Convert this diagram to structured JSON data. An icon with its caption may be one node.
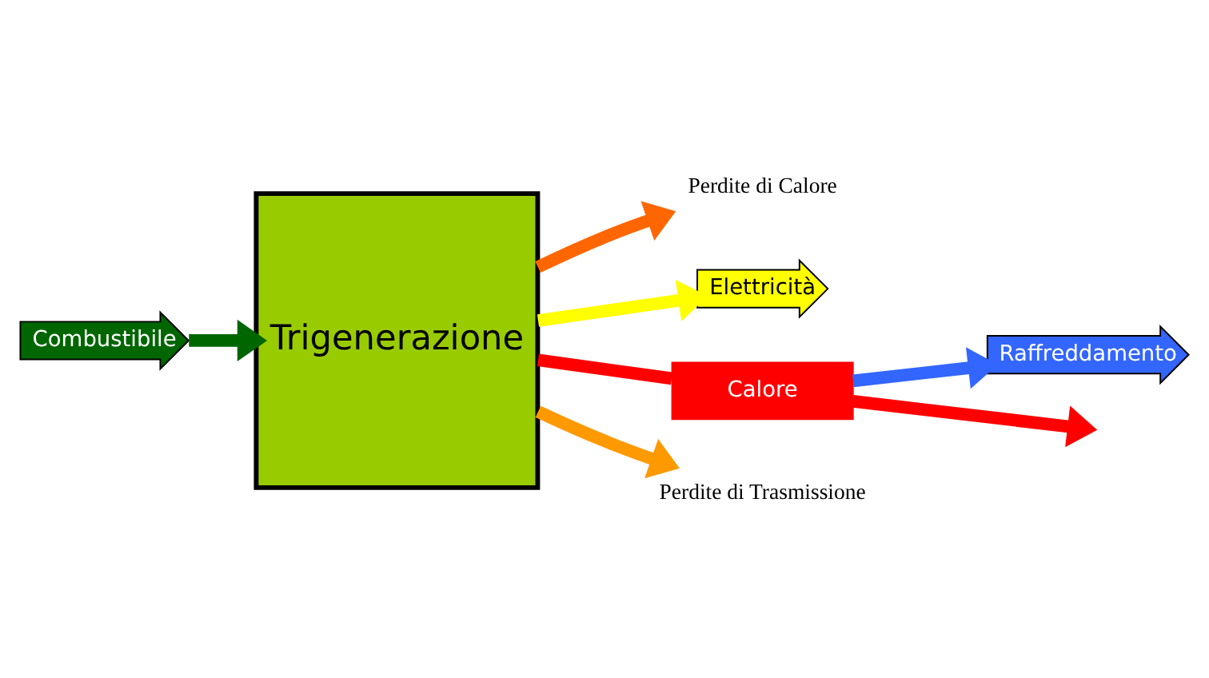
{
  "diagram": {
    "nodes": [
      {
        "text": [
          "Combustibile"
        ]
      },
      {
        "text": [
          "Trigenerazione"
        ]
      },
      {
        "text": [
          "Perdite di Calore"
        ]
      },
      {
        "text": [
          "Elettricità"
        ]
      },
      {
        "text": [
          "Calore"
        ]
      },
      {
        "text": [
          "Raffreddamento"
        ]
      },
      {
        "text": [
          "Perdite di Trasmissione"
        ]
      }
    ],
    "edges": [
      {
        "from": 0,
        "to": 1,
        "arrow": "to",
        "color": "#006600"
      },
      {
        "from": 1,
        "to": 2,
        "arrow": "to",
        "color": "#ff6600"
      },
      {
        "from": 1,
        "to": 3,
        "arrow": "to",
        "color": "#ffff00"
      },
      {
        "from": 1,
        "to": 4,
        "arrow": "none",
        "color": "#ff0000"
      },
      {
        "from": 4,
        "to": 5,
        "arrow": "to",
        "color": "#3366ff"
      },
      {
        "from": 4,
        "to": null,
        "arrow": "to",
        "color": "#ff0000"
      },
      {
        "from": 1,
        "to": 6,
        "arrow": "to",
        "color": "#ff9900"
      }
    ]
  }
}
